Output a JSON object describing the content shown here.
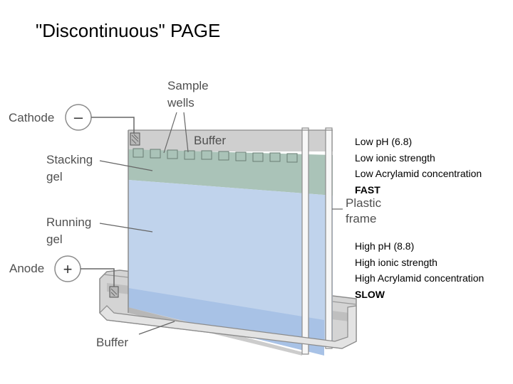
{
  "title": "\"Discontinuous\" PAGE",
  "diagram": {
    "cathode": {
      "label": "Cathode",
      "symbol": "–"
    },
    "anode": {
      "label": "Anode",
      "symbol": "+"
    },
    "sample_wells": {
      "line1": "Sample",
      "line2": "wells"
    },
    "buffer_top": "Buffer",
    "buffer_bottom": "Buffer",
    "stacking_gel": {
      "line1": "Stacking",
      "line2": "gel"
    },
    "running_gel": {
      "line1": "Running",
      "line2": "gel"
    },
    "plastic_frame": {
      "line1": "Plastic",
      "line2": "frame"
    },
    "colors": {
      "stacking_gel": "#aac3b8",
      "running_gel": "#c0d3ec",
      "buffer": "#cfcfcf",
      "label_text": "#505050"
    }
  },
  "notes": {
    "stacking": {
      "lines": [
        "Low pH (6.8)",
        "Low ionic strength",
        "Low Acrylamid concentration"
      ],
      "speed": "FAST"
    },
    "running": {
      "lines": [
        "High pH (8.8)",
        "High ionic strength",
        "High Acrylamid concentration"
      ],
      "speed": "SLOW"
    }
  }
}
